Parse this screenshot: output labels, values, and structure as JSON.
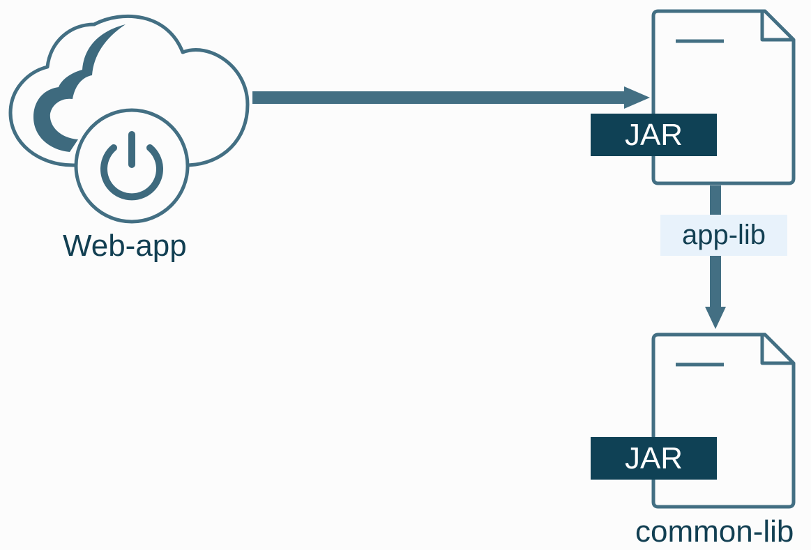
{
  "nodes": {
    "web_app": {
      "label": "Web-app",
      "icon": "cloud-power-icon"
    },
    "app_lib": {
      "badge": "JAR",
      "icon": "document-icon"
    },
    "common_lib": {
      "label": "common-lib",
      "badge": "JAR",
      "icon": "document-icon"
    }
  },
  "edges": {
    "web_app_to_app_lib": {
      "label": ""
    },
    "app_lib_to_common_lib": {
      "label": "app-lib"
    }
  },
  "colors": {
    "stroke": "#436f83",
    "fill_dark": "#3e6a7e",
    "badge": "#0f4155",
    "text": "#123f52",
    "edge_label_bg": "#e8f2fb",
    "background": "#fcfcfc"
  }
}
